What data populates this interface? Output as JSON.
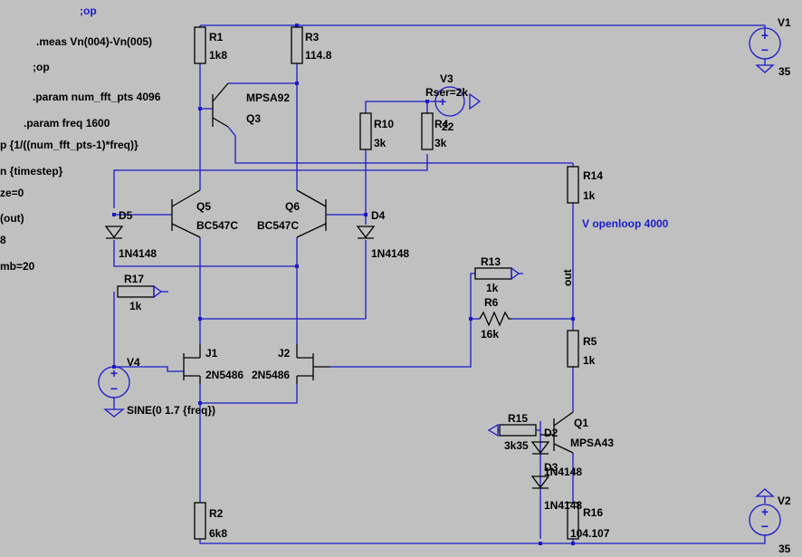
{
  "directives": [
    ";op",
    ".meas Vn(004)-Vn(005)",
    ";op",
    ".param num_fft_pts 4096",
    ".param freq 1600",
    "p {1/((num_fft_pts-1)*freq)}",
    "n {timestep}",
    "ze=0",
    "(out)",
    "8",
    "mb=20"
  ],
  "components": {
    "R1": {
      "name": "R1",
      "value": "1k8"
    },
    "R2": {
      "name": "R2",
      "value": "6k8"
    },
    "R3": {
      "name": "R3",
      "value": "114.8"
    },
    "R4": {
      "name": "R4",
      "value": "3k"
    },
    "R5": {
      "name": "R5",
      "value": "1k"
    },
    "R6": {
      "name": "R6",
      "value": "16k"
    },
    "R10": {
      "name": "R10",
      "value": "3k"
    },
    "R13": {
      "name": "R13",
      "value": "1k"
    },
    "R14": {
      "name": "R14",
      "value": "1k"
    },
    "R15": {
      "name": "R15",
      "value": "3k35"
    },
    "R16": {
      "name": "R16",
      "value": "104.107"
    },
    "R17": {
      "name": "R17",
      "value": "1k"
    },
    "Q1": {
      "name": "Q1",
      "value": "MPSA43"
    },
    "Q3": {
      "name": "Q3",
      "value": "MPSA92"
    },
    "Q5": {
      "name": "Q5",
      "value": "BC547C"
    },
    "Q6": {
      "name": "Q6",
      "value": "BC547C"
    },
    "J1": {
      "name": "J1",
      "value": "2N5486"
    },
    "J2": {
      "name": "J2",
      "value": "2N5486"
    },
    "D2": {
      "name": "D2",
      "value": "1N4148"
    },
    "D3": {
      "name": "D3",
      "value": "1N4148"
    },
    "D4": {
      "name": "D4",
      "value": "1N4148"
    },
    "D5": {
      "name": "D5",
      "value": "1N4148"
    },
    "V1": {
      "name": "V1",
      "value": "35"
    },
    "V2": {
      "name": "V2",
      "value": "35"
    },
    "V3": {
      "name": "V3",
      "value": "Rser=2k",
      "value2": "22"
    },
    "V4": {
      "name": "V4",
      "value": "SINE(0 1.7 {freq})"
    }
  },
  "labels": {
    "out": "out",
    "openloop": "V openloop 4000"
  },
  "colors": {
    "background": "#c0c0c0",
    "wire": "#1a1ac8",
    "part": "#000000",
    "text": "#000000",
    "directive": "#1a1ac8"
  }
}
